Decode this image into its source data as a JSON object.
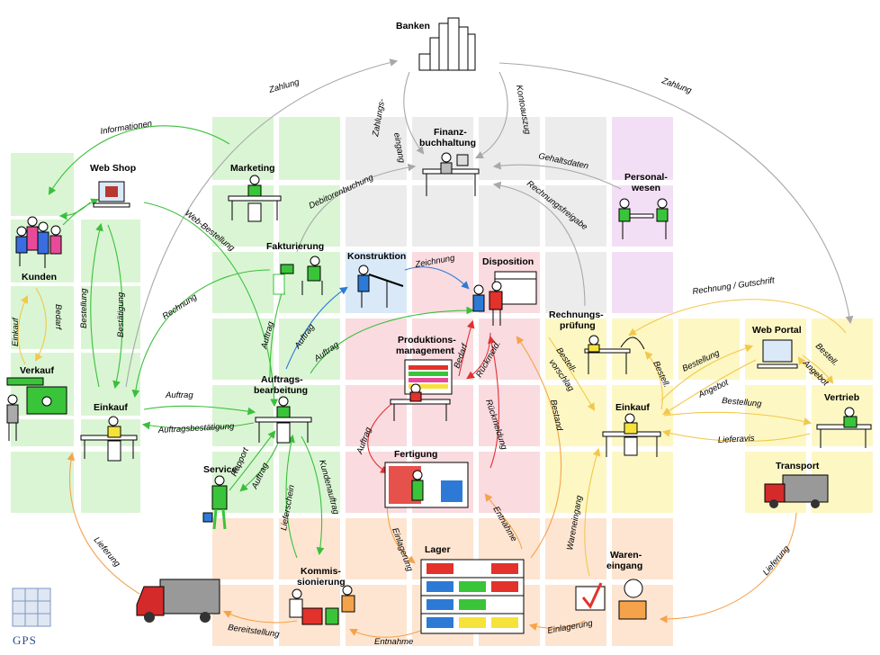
{
  "logo": {
    "text": "GPS"
  },
  "colors": {
    "green_zone": "#daf5d4",
    "grey_zone": "#ececec",
    "pink_zone": "#f9dbe0",
    "yellow_zone": "#fdf7c4",
    "orange_zone": "#fde5d1",
    "lilac_zone": "#f3dff5",
    "blue_zone": "#d9e9f7",
    "green_arrow": "#3bbf3b",
    "grey_arrow": "#a8a8a8",
    "orange_arrow": "#f5a34a",
    "yellow_arrow": "#f2c84a",
    "red_arrow": "#e23030",
    "blue_arrow": "#2d7ad6",
    "shirt_green": "#3ac43a",
    "shirt_yellow": "#f5e33a",
    "shirt_red": "#e2322b",
    "truck_red": "#d42a2a"
  },
  "nodes": {
    "banken": "Banken",
    "finanz_1": "Finanz-",
    "finanz_2": "buchhaltung",
    "web_shop": "Web Shop",
    "marketing": "Marketing",
    "kunden": "Kunden",
    "fakturierung": "Fakturierung",
    "konstruktion": "Konstruktion",
    "disposition": "Disposition",
    "personal_1": "Personal-",
    "personal_2": "wesen",
    "produktion_1": "Produktions-",
    "produktion_2": "management",
    "rechnungs_1": "Rechnungs-",
    "rechnungs_2": "prüfung",
    "web_portal": "Web Portal",
    "verkauf": "Verkauf",
    "einkauf_left": "Einkauf",
    "auftrags_1": "Auftrags-",
    "auftrags_2": "bearbeitung",
    "einkauf_right": "Einkauf",
    "vertrieb": "Vertrieb",
    "fertigung": "Fertigung",
    "service": "Service",
    "transport": "Transport",
    "lager": "Lager",
    "kommis_1": "Kommis-",
    "kommis_2": "sionierung",
    "waren_1": "Waren-",
    "waren_2": "eingang"
  },
  "edges": {
    "zahlung_left": "Zahlung",
    "zahlung_right": "Zahlung",
    "zahlungs_1": "Zahlungs-",
    "zahlungs_2": "eingang",
    "kontoauszug": "Kontoauszug",
    "informationen": "Informationen",
    "debitorenbuchung": "Debitorenbuchung",
    "gehaltsdaten": "Gehaltsdaten",
    "rechnungsfreigabe": "Rechnungsfreigabe",
    "web_bestellung": "Web-Bestellung",
    "rechnung": "Rechnung",
    "zeichnung": "Zeichnung",
    "rechnung_gutschrift": "Rechnung / Gutschrift",
    "bestellung_left": "Bestellung",
    "bestaetigung": "Bestätigung",
    "einkauf_lbl": "Einkauf",
    "bedarf_left": "Bedarf",
    "auftrag_fak": "Auftrag",
    "auftrag_kon": "Auftrag",
    "auftrag_disp": "Auftrag",
    "bedarf_mid": "Bedarf",
    "rueckmeld": "Rückmeld.",
    "bestell_1": "Bestell-",
    "bestell_2": "vorschlag",
    "bestellung_portal": "Bestellung",
    "angebot_portal": "Angebot",
    "bestell_right": "Bestell.",
    "bestell_vert": "Bestell.",
    "angebot_vert": "Angebot",
    "auftrag_ein": "Auftrag",
    "auftragsbestaetigung": "Auftragsbestätigung",
    "bestellung_vertrieb": "Bestellung",
    "lieferavis": "Lieferavis",
    "auftrag_fert": "Auftrag",
    "rueckmeldung": "Rückmeldung",
    "bestand": "Bestand",
    "rapport": "Rapport",
    "auftrag_serv": "Auftrag",
    "lieferschein": "Lieferschein",
    "kundenauftrag": "Kundenauftrag",
    "einlagerung_mid": "Einlagerung",
    "entnahme_fert": "Entnahme",
    "wareneingang": "Wareneingang",
    "lieferung_left": "Lieferung",
    "lieferung_right": "Lieferung",
    "bereitstellung": "Bereitstellung",
    "entnahme_bottom": "Entnahme",
    "einlagerung_right": "Einlagerung"
  }
}
